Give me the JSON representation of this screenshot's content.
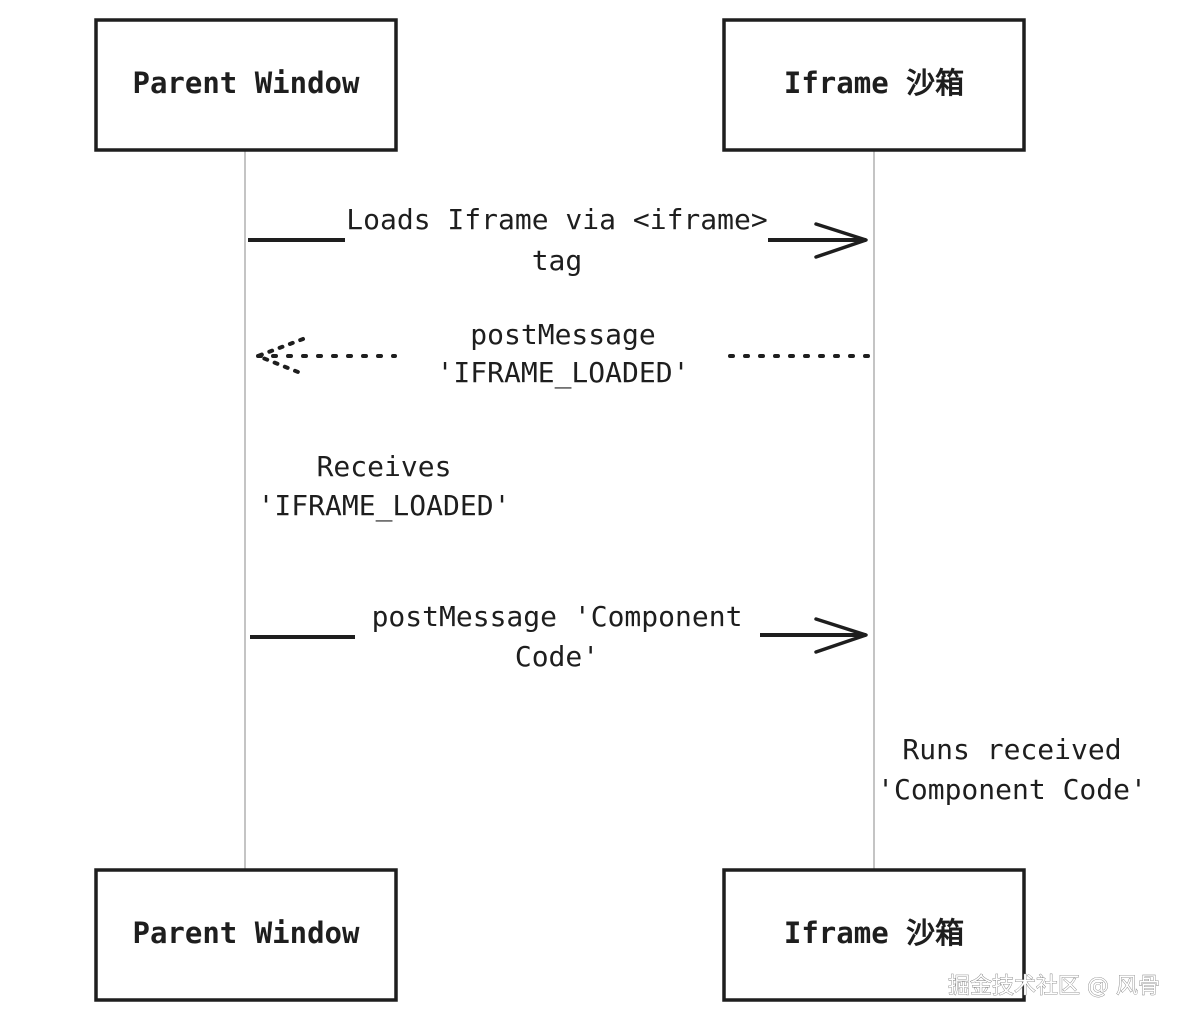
{
  "participants": [
    {
      "id": "parent",
      "label": "Parent Window"
    },
    {
      "id": "iframe",
      "label": "Iframe 沙箱"
    }
  ],
  "messages": [
    {
      "from": "parent",
      "to": "iframe",
      "style": "solid",
      "lines": [
        "Loads Iframe via <iframe>",
        "tag"
      ]
    },
    {
      "from": "iframe",
      "to": "parent",
      "style": "dotted",
      "lines": [
        "postMessage",
        "'IFRAME_LOADED'"
      ]
    },
    {
      "from": "parent",
      "to": "iframe",
      "style": "solid",
      "lines": [
        "postMessage 'Component",
        "Code'"
      ]
    }
  ],
  "notes": [
    {
      "participant": "parent",
      "lines": [
        "Receives",
        "'IFRAME_LOADED'"
      ]
    },
    {
      "participant": "iframe",
      "lines": [
        "Runs received",
        "'Component Code'"
      ]
    }
  ],
  "watermark": "掘金技术社区 @ 风骨"
}
